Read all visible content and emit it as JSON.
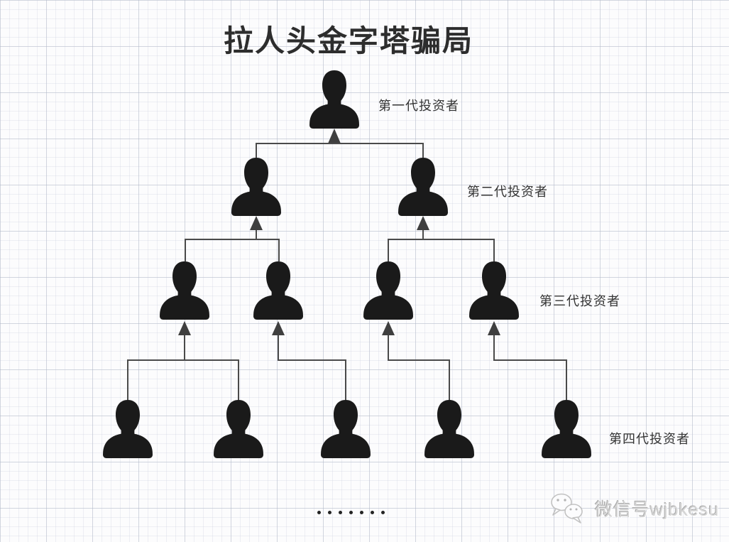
{
  "title": "拉人头金字塔骗局",
  "diagram": {
    "type": "pyramid-tree",
    "description": "金字塔传销层级示意图，下层投资者用向上箭头连接上层投资者",
    "levels": [
      {
        "label": "第一代投资者",
        "count": 1
      },
      {
        "label": "第二代投资者",
        "count": 2
      },
      {
        "label": "第三代投资者",
        "count": 4
      },
      {
        "label": "第四代投资者",
        "count": 5
      }
    ],
    "dots_count": 7
  },
  "watermark": {
    "icon": "wechat-icon",
    "text": "微信号wjbkesu"
  },
  "colors": {
    "silhouette": "#1a1a1a",
    "connector": "#4a4a4a",
    "arrow": "#3f3f3f",
    "label": "#333333",
    "watermark": "#d6d6d6",
    "background": "#fcfcfd"
  }
}
